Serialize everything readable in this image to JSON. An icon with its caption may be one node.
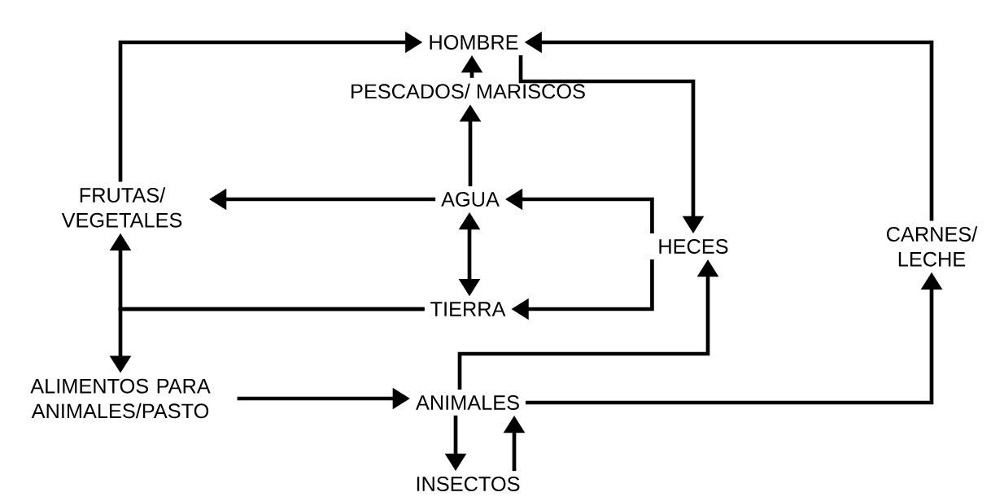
{
  "diagram": {
    "nodes": [
      {
        "text": [
          "HOMBRE"
        ]
      },
      {
        "text": [
          "PESCADOS/ MARISCOS"
        ]
      },
      {
        "text": [
          "FRUTAS/ VEGETALES"
        ]
      },
      {
        "text": [
          "AGUA"
        ]
      },
      {
        "text": [
          "HECES"
        ]
      },
      {
        "text": [
          "CARNES/ LECHE"
        ]
      },
      {
        "text": [
          "TIERRA"
        ]
      },
      {
        "text": [
          "ALIMENTOS PARA ANIMALES/PASTO"
        ]
      },
      {
        "text": [
          "ANIMALES"
        ]
      },
      {
        "text": [
          "INSECTOS"
        ]
      }
    ],
    "edges": [
      {
        "from": 2,
        "to": 0,
        "arrow": "to"
      },
      {
        "from": 1,
        "to": 0,
        "arrow": "to"
      },
      {
        "from": 0,
        "to": 4,
        "arrow": "to"
      },
      {
        "from": 5,
        "to": 0,
        "arrow": "to"
      },
      {
        "from": 3,
        "to": 1,
        "arrow": "to"
      },
      {
        "from": 3,
        "to": 2,
        "arrow": "to"
      },
      {
        "from": 4,
        "to": 3,
        "arrow": "to"
      },
      {
        "from": 3,
        "to": 6,
        "arrow": "both"
      },
      {
        "from": 4,
        "to": 6,
        "arrow": "to"
      },
      {
        "from": 6,
        "to": 2,
        "arrow": "to"
      },
      {
        "from": 6,
        "to": 7,
        "arrow": "to"
      },
      {
        "from": 7,
        "to": 8,
        "arrow": "to"
      },
      {
        "from": 8,
        "to": 4,
        "arrow": "to"
      },
      {
        "from": 8,
        "to": 5,
        "arrow": "to"
      },
      {
        "from": 8,
        "to": 9,
        "arrow": "to"
      },
      {
        "from": 9,
        "to": 8,
        "arrow": "to"
      }
    ]
  }
}
